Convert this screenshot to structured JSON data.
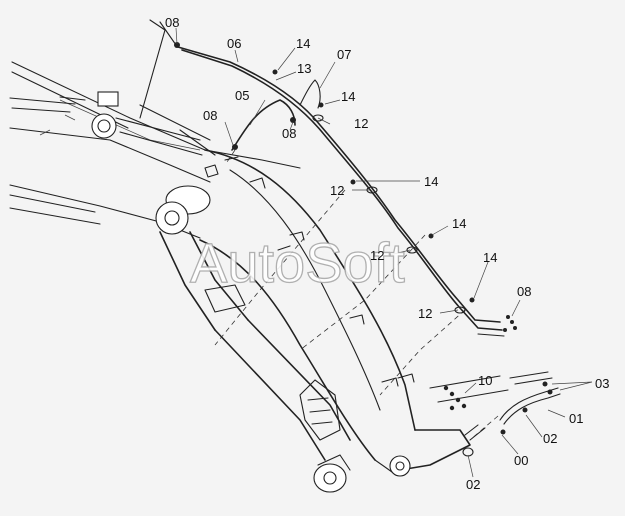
{
  "watermark": "AutoSoft",
  "callouts": {
    "c08_top": "08",
    "c06": "06",
    "c14_a": "14",
    "c13": "13",
    "c07": "07",
    "c05": "05",
    "c14_b": "14",
    "c08_mid": "08",
    "c08_right": "08",
    "c12_a": "12",
    "c12_b": "12",
    "c14_c": "14",
    "c14_d": "14",
    "c12_c": "12",
    "c14_e": "14",
    "c08_lower": "08",
    "c12_d": "12",
    "c10": "10",
    "c03": "03",
    "c01": "01",
    "c02_a": "02",
    "c00": "00",
    "c02_b": "02"
  }
}
